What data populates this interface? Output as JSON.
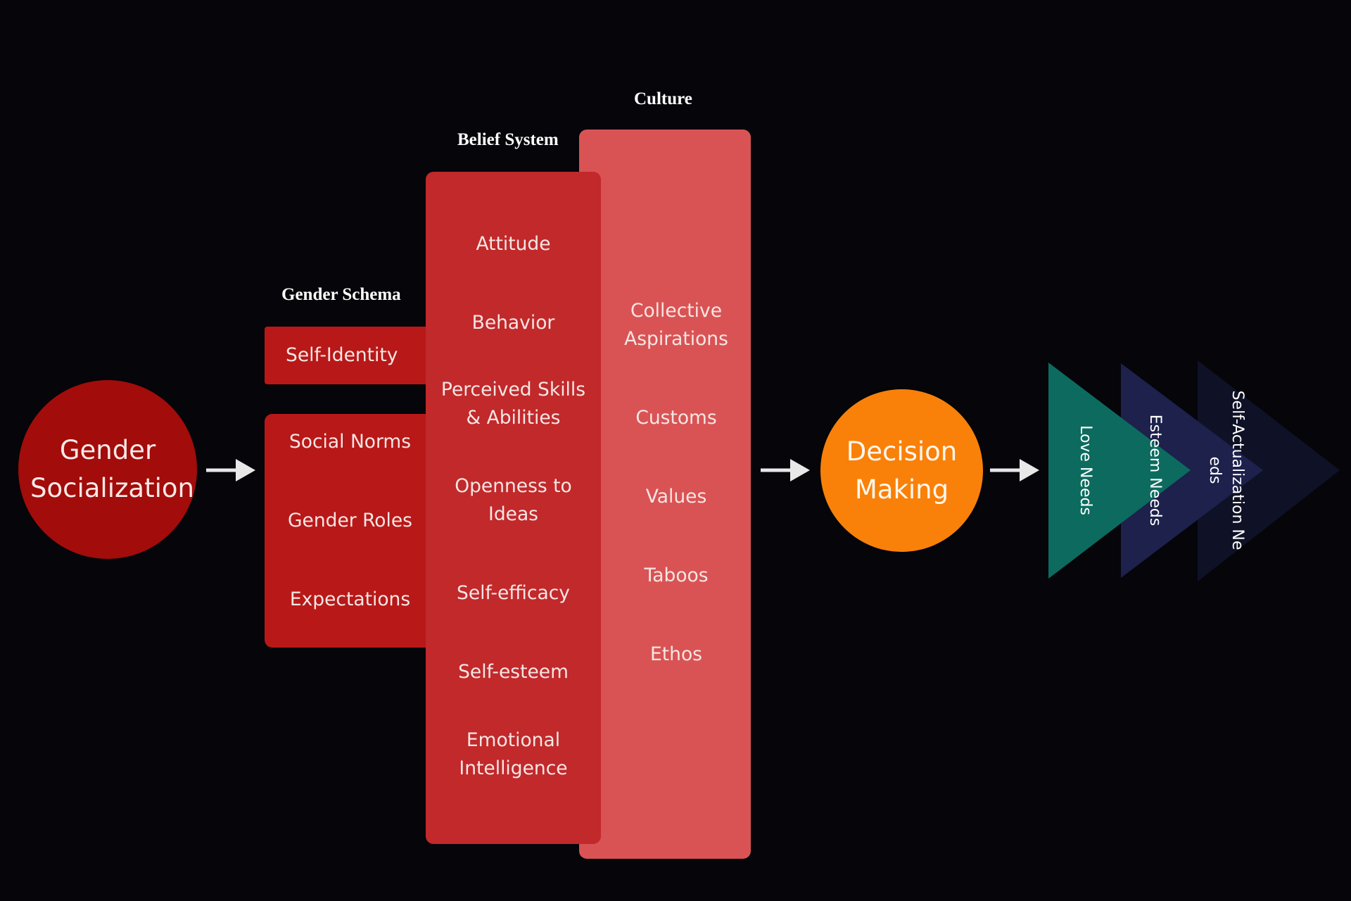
{
  "gender_socialization": {
    "label": "Gender Socialization"
  },
  "gender_schema": {
    "heading": "Gender Schema",
    "self_identity": "Self-Identity",
    "items": [
      "Social Norms",
      "Gender Roles",
      "Expectations"
    ]
  },
  "belief_system": {
    "heading": "Belief System",
    "items": [
      "Attitude",
      "Behavior",
      "Perceived Skills & Abilities",
      "Openness to Ideas",
      "Self-efficacy",
      "Self-esteem",
      "Emotional Intelligence"
    ]
  },
  "culture": {
    "heading": "Culture",
    "items": [
      "Collective Aspirations",
      "Customs",
      "Values",
      "Taboos",
      "Ethos"
    ]
  },
  "decision_making": {
    "label": "Decision Making"
  },
  "needs": [
    "Love Needs",
    "Esteem Needs",
    "Self-Actualization Needs"
  ],
  "colors": {
    "background": "#05050a",
    "gender_socialization": "#a20c0a",
    "gender_schema": "#b81818",
    "belief_system": "#c1292b",
    "culture": "#da5354",
    "decision_making": "#f98109",
    "love_needs": "#0c6b5e",
    "esteem_needs": "#1d214c",
    "self_actualization_needs": "#0f1226",
    "arrow": "#e8e8e8"
  }
}
